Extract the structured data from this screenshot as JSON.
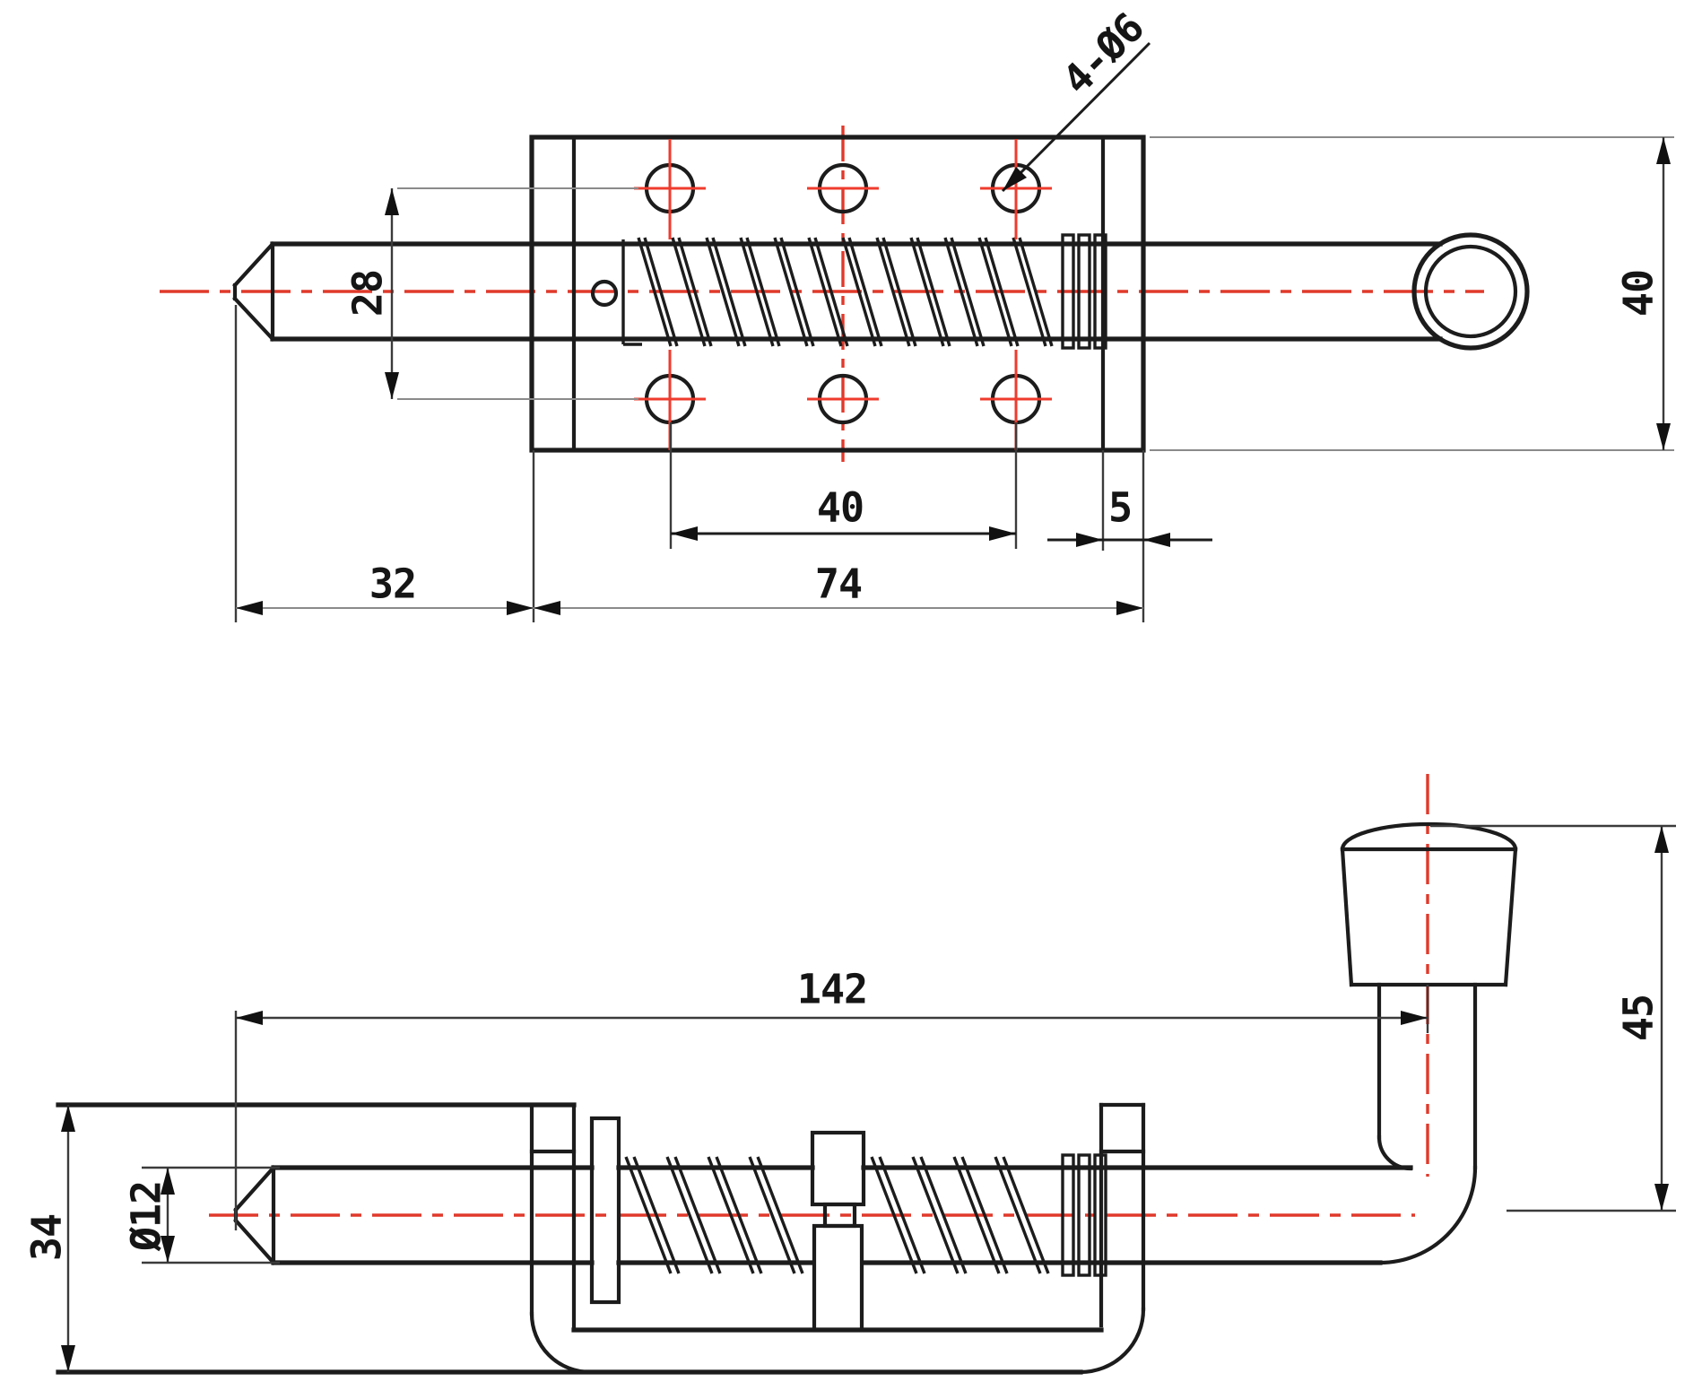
{
  "drawing": {
    "kind": "engineering-cad-drawing",
    "subject": "spring-loaded bolt latch, two orthographic views",
    "colors": {
      "object_line": "#1c1c1c",
      "dimension_line": "#3b3b3b",
      "extension_line": "#8a8a8a",
      "centerline_red": "#e0392b",
      "background": "#ffffff"
    },
    "top_view": {
      "dims": {
        "hole_row_spacing": "28",
        "holes_callout": "4-Ø6",
        "hole_col_spacing": "40",
        "bracket_thickness": "5",
        "bolt_tip_length": "32",
        "plate_length": "74",
        "plate_width": "40"
      }
    },
    "bottom_view": {
      "dims": {
        "overall_length": "142",
        "handle_height": "45",
        "rod_diameter": "Ø12",
        "overall_height": "34"
      }
    }
  }
}
